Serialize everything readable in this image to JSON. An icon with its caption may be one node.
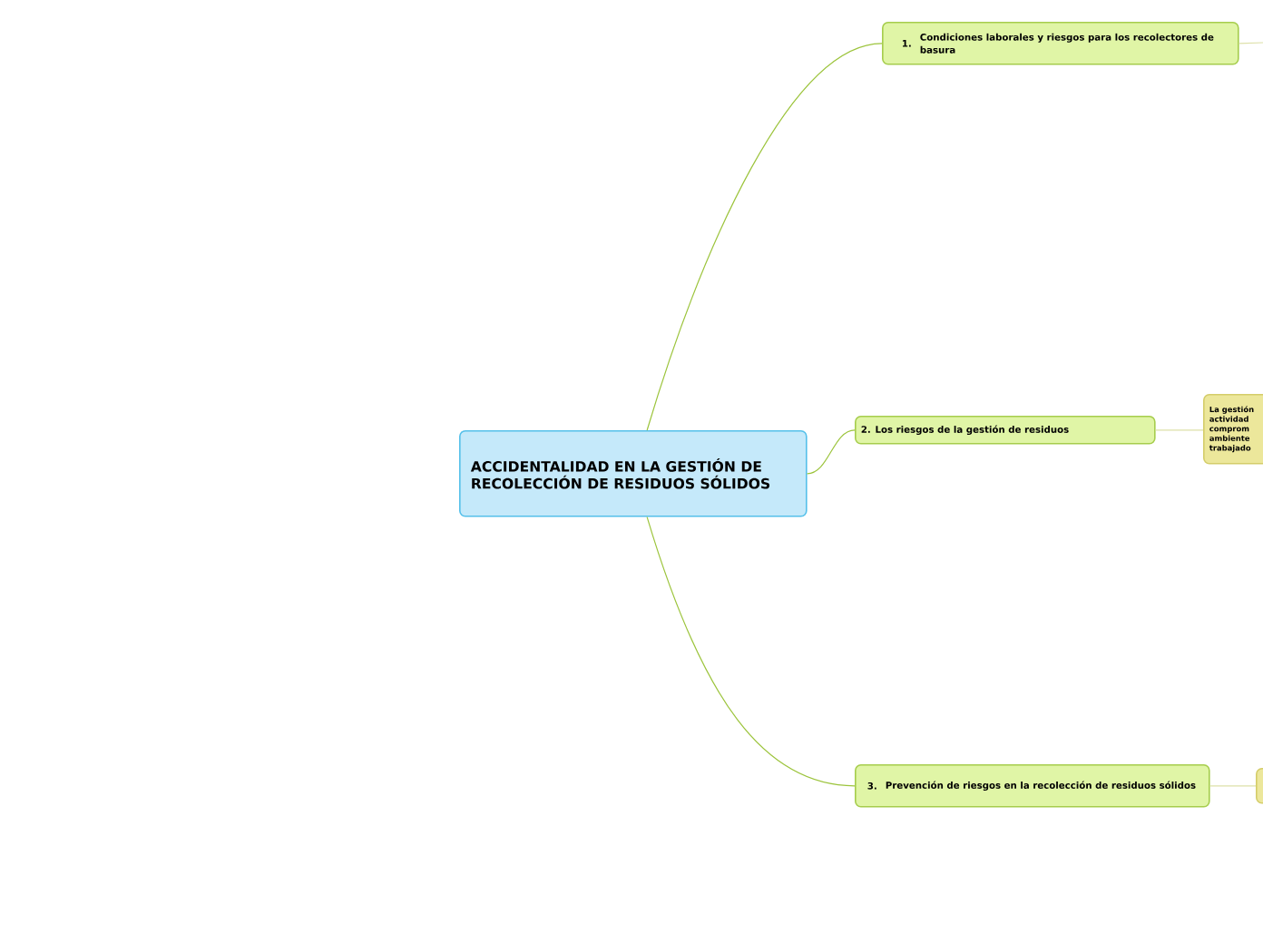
{
  "diagram": {
    "nodes": [
      {
        "text": [
          "ACCIDENTALIDAD EN LA GESTIÓN DE RECOLECCIÓN DE RESIDUOS SÓLIDOS"
        ]
      },
      {
        "text": [
          "1.",
          "Condiciones laborales y riesgos para los recolectores de basura"
        ]
      },
      {
        "text": [
          "2. Los riesgos de la gestión de residuos"
        ]
      },
      {
        "text": [
          "3.",
          "Prevención de riesgos en la recolección de residuos sólidos"
        ]
      },
      {
        "text": [
          "La gestión actividad comprom ambiente trabajado"
        ]
      },
      {
        "text": [],
        "shape": "box"
      }
    ],
    "edges": [
      {
        "from": 0,
        "to": 1,
        "arrow": "none"
      },
      {
        "from": 0,
        "to": 2,
        "arrow": "none"
      },
      {
        "from": 0,
        "to": 3,
        "arrow": "none"
      },
      {
        "from": 2,
        "to": 4,
        "arrow": "none",
        "color": "#dde0a8"
      },
      {
        "from": 3,
        "to": 5,
        "arrow": "none",
        "color": "#dde0a8"
      },
      {
        "from": 1,
        "to": null,
        "arrow": "none",
        "color": "#dde0a8"
      }
    ]
  }
}
